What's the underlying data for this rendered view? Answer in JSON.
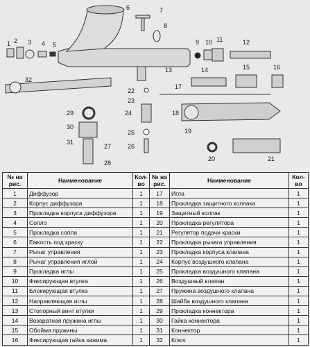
{
  "headers": {
    "no": "№ на рис.",
    "name": "Наименование",
    "qty": "Кол-во"
  },
  "callouts": [
    "1",
    "2",
    "3",
    "4",
    "5",
    "6",
    "7",
    "8",
    "9",
    "10",
    "11",
    "12",
    "13",
    "14",
    "15",
    "16",
    "17",
    "18",
    "19",
    "20",
    "21",
    "22",
    "23",
    "24",
    "25",
    "26",
    "27",
    "28",
    "29",
    "30",
    "31",
    "32"
  ],
  "parts": [
    {
      "no": "1",
      "name": "Диффузор",
      "qty": "1"
    },
    {
      "no": "2",
      "name": "Корпус диффузора",
      "qty": "1"
    },
    {
      "no": "3",
      "name": "Прокладка корпуса диффузора",
      "qty": "1"
    },
    {
      "no": "4",
      "name": "Сопло",
      "qty": "1"
    },
    {
      "no": "5",
      "name": "Прокладка сопла",
      "qty": "1"
    },
    {
      "no": "6",
      "name": "Емкость под краску",
      "qty": "1"
    },
    {
      "no": "7",
      "name": "Рычаг управления",
      "qty": "1"
    },
    {
      "no": "8",
      "name": "Рычаг управления иглой",
      "qty": "1"
    },
    {
      "no": "9",
      "name": "Прокладка иглы",
      "qty": "1"
    },
    {
      "no": "10",
      "name": "Фиксирующая втулка",
      "qty": "1"
    },
    {
      "no": "11",
      "name": "Блокирующая втулка",
      "qty": "1"
    },
    {
      "no": "12",
      "name": "Направляющая иглы",
      "qty": "1"
    },
    {
      "no": "13",
      "name": "Стопорный винт втулки",
      "qty": "1"
    },
    {
      "no": "14",
      "name": "Возвратная пружина иглы",
      "qty": "1"
    },
    {
      "no": "15",
      "name": "Обойма пружины",
      "qty": "1"
    },
    {
      "no": "16",
      "name": "Фиксирующая гайка зажима",
      "qty": "1"
    },
    {
      "no": "17",
      "name": "Игла",
      "qty": "1"
    },
    {
      "no": "18",
      "name": "Прокладка защитного колпака",
      "qty": "1"
    },
    {
      "no": "19",
      "name": "Защитный колпак",
      "qty": "1"
    },
    {
      "no": "20",
      "name": "Прокладка регулятора",
      "qty": "1"
    },
    {
      "no": "21",
      "name": "Регулятор подачи краски",
      "qty": "1"
    },
    {
      "no": "22",
      "name": "Прокладка рычага управления",
      "qty": "1"
    },
    {
      "no": "23",
      "name": "Прокладка корпуса клапана",
      "qty": "1"
    },
    {
      "no": "24",
      "name": "Корпус воздушного клапана",
      "qty": "1"
    },
    {
      "no": "25",
      "name": "Прокладка воздушного клапана",
      "qty": "1"
    },
    {
      "no": "26",
      "name": "Воздушный клапан",
      "qty": "1"
    },
    {
      "no": "27",
      "name": "Пружина воздушного клапана",
      "qty": "1"
    },
    {
      "no": "28",
      "name": "Шайба воздушного клапана",
      "qty": "1"
    },
    {
      "no": "29",
      "name": "Прокладка коннектора",
      "qty": "1"
    },
    {
      "no": "30",
      "name": "Гайка коннектора",
      "qty": "1"
    },
    {
      "no": "31",
      "name": "Коннектор",
      "qty": "1"
    },
    {
      "no": "32",
      "name": "Ключ",
      "qty": "1"
    }
  ]
}
